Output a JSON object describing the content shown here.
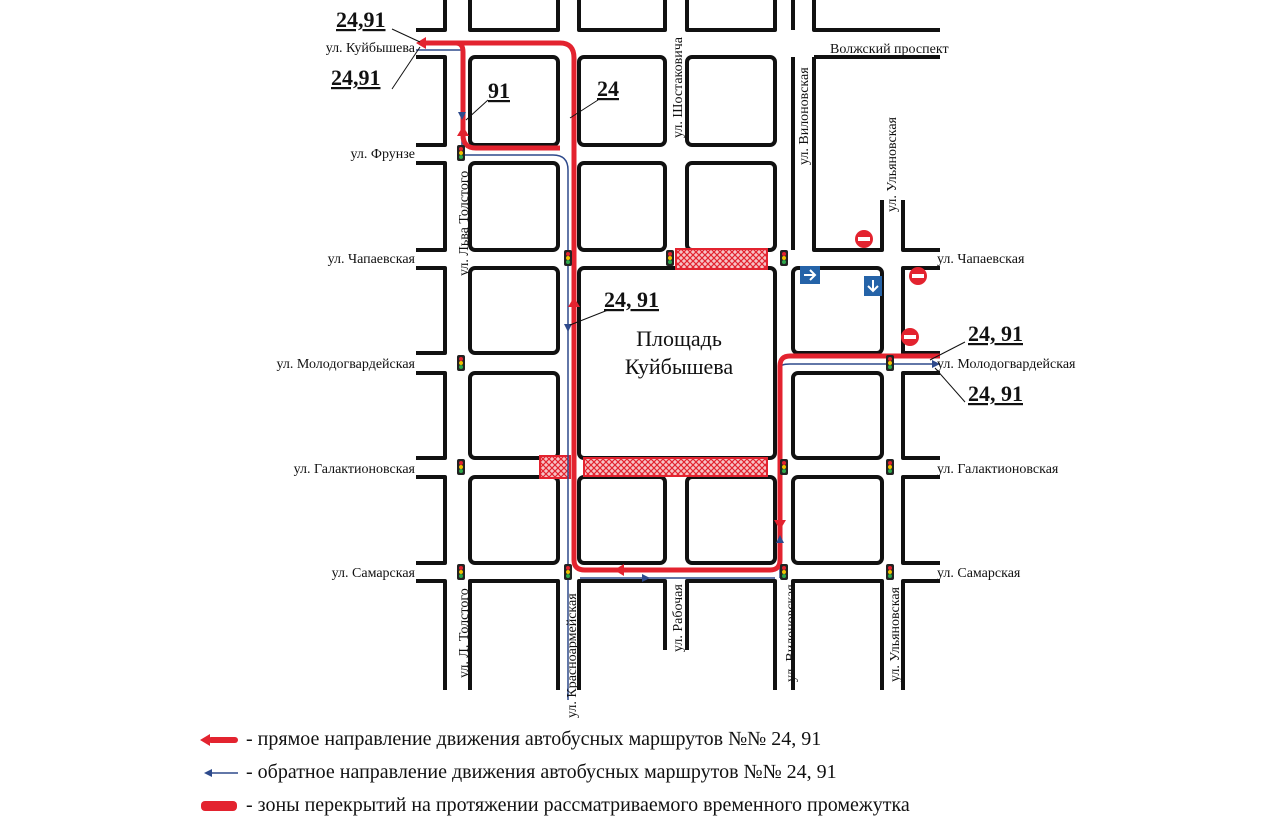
{
  "colors": {
    "road_edge": "#111111",
    "route_forward": "#e3232f",
    "route_reverse": "#2e4a8c",
    "closure_fill": "#e3232f",
    "sign_blue": "#2563a8"
  },
  "streets": {
    "kuibysheva": "ул. Куйбышева",
    "volzhsky": "Волжский проспект",
    "frunze": "ул. Фрунзе",
    "chapaevskaya_left": "ул. Чапаевская",
    "chapaevskaya_right": "ул. Чапаевская",
    "molodogvardeyskaya_left": "ул. Молодогвардейская",
    "molodogvardeyskaya_right": "ул. Молодогвардейская",
    "galaktionovskaya_left": "ул. Галактионовская",
    "galaktionovskaya_right": "ул. Галактионовская",
    "samarskaya_left": "ул. Самарская",
    "samarskaya_right": "ул. Самарская",
    "lva_tolstogo": "ул. Льва Толстого",
    "l_tolstogo": "ул. Л. Толстого",
    "krasnoarmeyskaya": "ул. Красноармейская",
    "shostakovicha": "ул. Шостаковича",
    "vilonovskaya_top": "ул. Вилоновская",
    "vilonovskaya_bottom": "ул. Вилоновская",
    "ulyanovskaya_top": "ул. Ульяновская",
    "ulyanovskaya_bottom": "ул. Ульяновская",
    "rabochaya": "ул. Рабочая"
  },
  "square_name": [
    "Площадь",
    "Куйбышева"
  ],
  "route_labels": {
    "top_left_upper": "24,91",
    "top_left_lower": "24,91",
    "route_91": "91",
    "route_24": "24",
    "center": "24, 91",
    "right_upper": "24, 91",
    "right_lower": "24, 91"
  },
  "legend": {
    "forward": "- прямое направление движения автобусных маршрутов №№ 24, 91",
    "reverse": "- обратное направление движения автобусных маршрутов №№ 24, 91",
    "closure": "- зоны перекрытий на протяжении рассматриваемого временного промежутка"
  }
}
